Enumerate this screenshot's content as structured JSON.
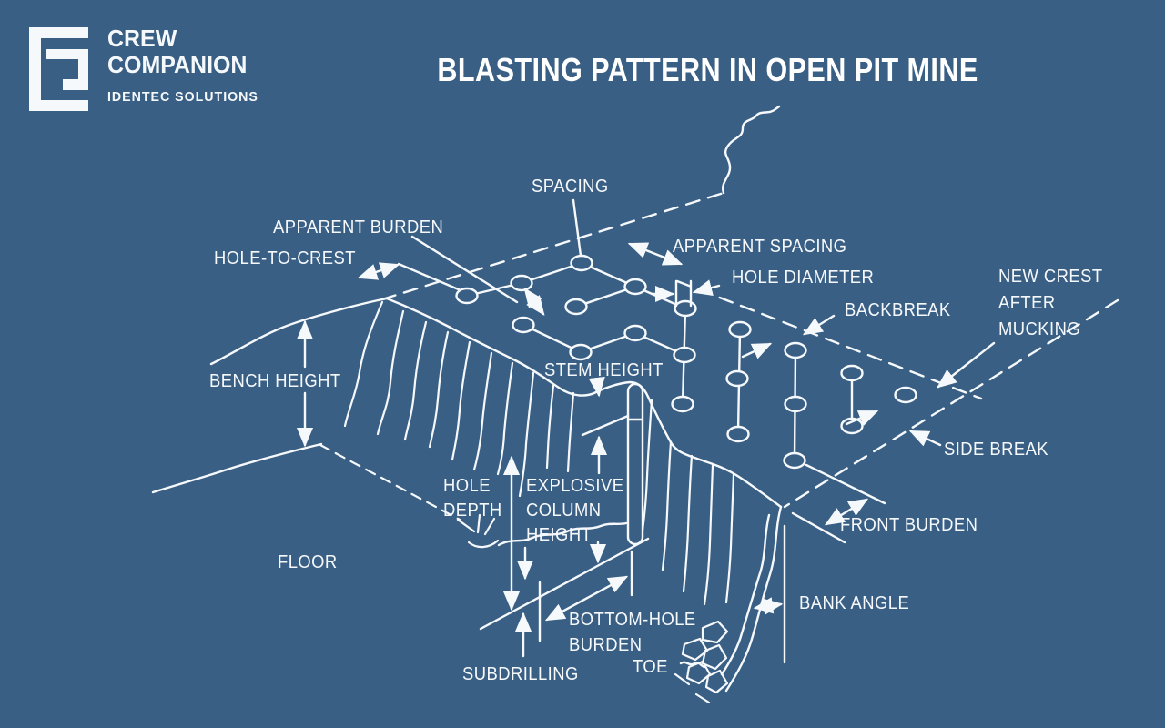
{
  "colors": {
    "background": "#3A5F84",
    "line": "#F6F9FC",
    "title_color": "#FFFFFF"
  },
  "logo": {
    "icon": "crew-companion-bracket-monogram",
    "line1": "CREW",
    "line2": "COMPANION",
    "subline": "IDENTEC SOLUTIONS"
  },
  "title": "BLASTING PATTERN IN OPEN PIT MINE",
  "diagram_labels": {
    "spacing": "SPACING",
    "apparent_burden": "APPARENT BURDEN",
    "hole_to_crest": "HOLE-TO-CREST",
    "apparent_spacing": "APPARENT SPACING",
    "hole_diameter": "HOLE DIAMETER",
    "backbreak": "BACKBREAK",
    "new_crest_line1": "NEW CREST",
    "new_crest_line2": "AFTER",
    "new_crest_line3": "MUCKING",
    "bench_height": "BENCH HEIGHT",
    "stem_height": "STEM HEIGHT",
    "side_break": "SIDE BREAK",
    "hole_depth_line1": "HOLE",
    "hole_depth_line2": "DEPTH",
    "explosive_line1": "EXPLOSIVE",
    "explosive_line2": "COLUMN",
    "explosive_line3": "HEIGHT",
    "front_burden": "FRONT BURDEN",
    "floor": "FLOOR",
    "bank_angle": "BANK ANGLE",
    "bottom_hole_burden_line1": "BOTTOM-HOLE",
    "bottom_hole_burden_line2": "BURDEN",
    "toe": "TOE",
    "subdrilling": "SUBDRILLING"
  }
}
